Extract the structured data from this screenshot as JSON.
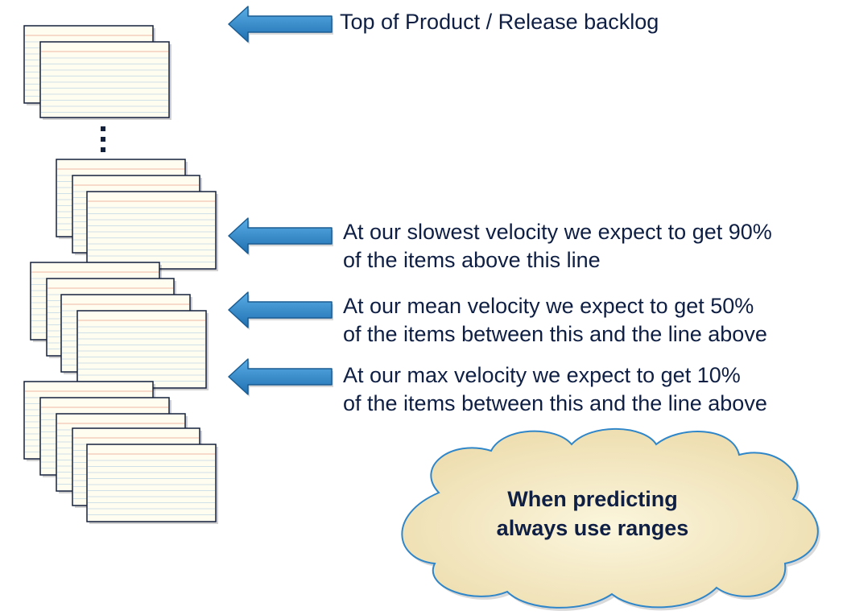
{
  "labels": {
    "top": "Top of Product / Release backlog",
    "slowest_line1": "At our slowest velocity we expect to get 90%",
    "slowest_line2": "of the items above this line",
    "mean_line1": "At our mean velocity we expect to get 50%",
    "mean_line2": "of the items between this and the line above",
    "max_line1": "At our max velocity we expect to get 10%",
    "max_line2": "of the items between this and the line above"
  },
  "cloud": {
    "line1": "When predicting",
    "line2": "always use ranges"
  },
  "colors": {
    "arrow_fill": "#2f86c9",
    "arrow_stroke": "#1a5c92",
    "card_fill": "#fffdf0",
    "card_border": "#14213d",
    "card_line": "#cfe0e8",
    "card_top_line": "#f2b6a6",
    "cloud_fill": "#f2e7bf",
    "cloud_stroke": "#2f86c9",
    "text": "#0f1f44"
  }
}
